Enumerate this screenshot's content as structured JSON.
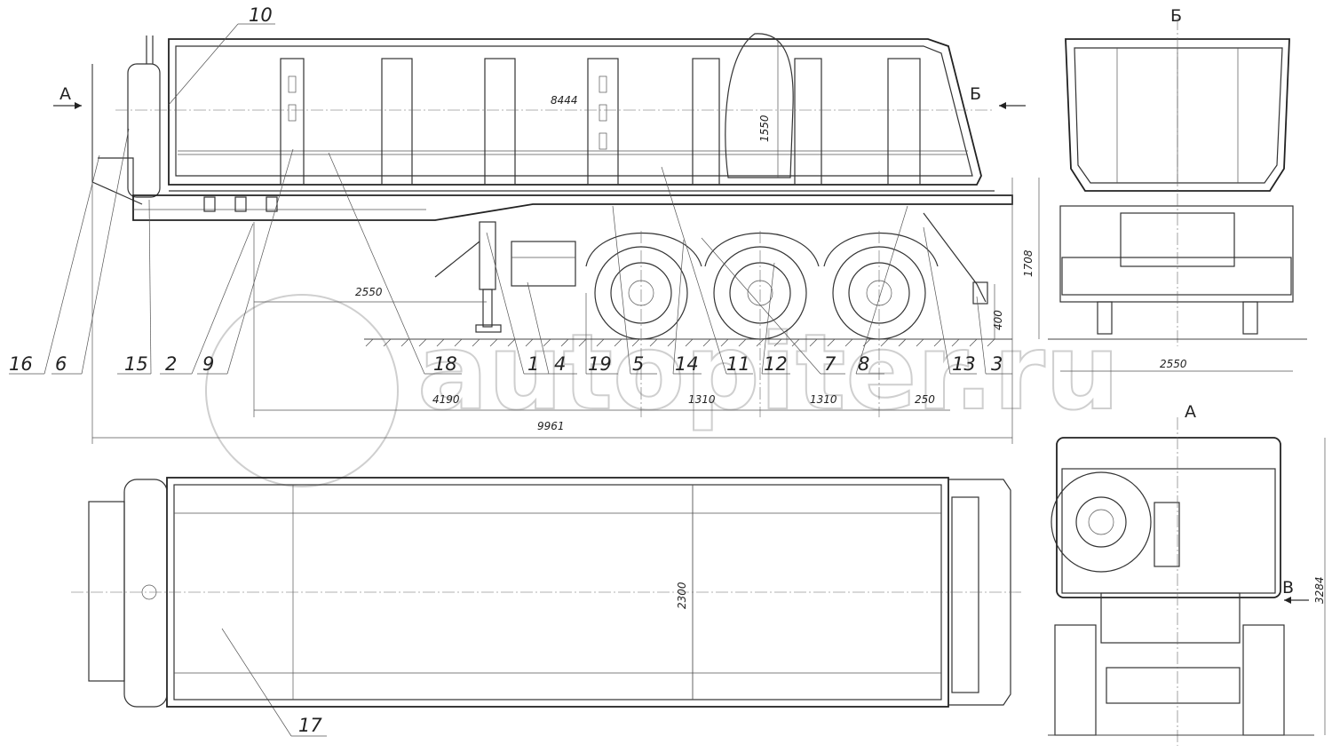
{
  "watermark": "autopiter.ru",
  "callouts": [
    "16",
    "6",
    "15",
    "2",
    "9",
    "18",
    "1",
    "4",
    "19",
    "5",
    "14",
    "11",
    "12",
    "7",
    "8",
    "13",
    "3",
    "10",
    "17"
  ],
  "dimensions": {
    "body_length": "8444",
    "overall_length": "9961",
    "kingpin_to_axle": "4190",
    "front_overhang": "2550",
    "axle_spacing_1": "1310",
    "axle_spacing_2": "1310",
    "rear_offset": "250",
    "tailgate_height": "1550",
    "frame_height": "1708",
    "ground_clearance": "400",
    "rear_track": "2550",
    "body_width": "2300",
    "overall_height": "3284"
  },
  "view_labels": {
    "section_a_left": "А",
    "section_b_right": "Б",
    "view_b_title": "Б",
    "view_a_title": "А",
    "view_b_front": "В"
  },
  "colors": {
    "line": "#333333",
    "watermark": "#cfcfcf",
    "background": "#ffffff"
  }
}
